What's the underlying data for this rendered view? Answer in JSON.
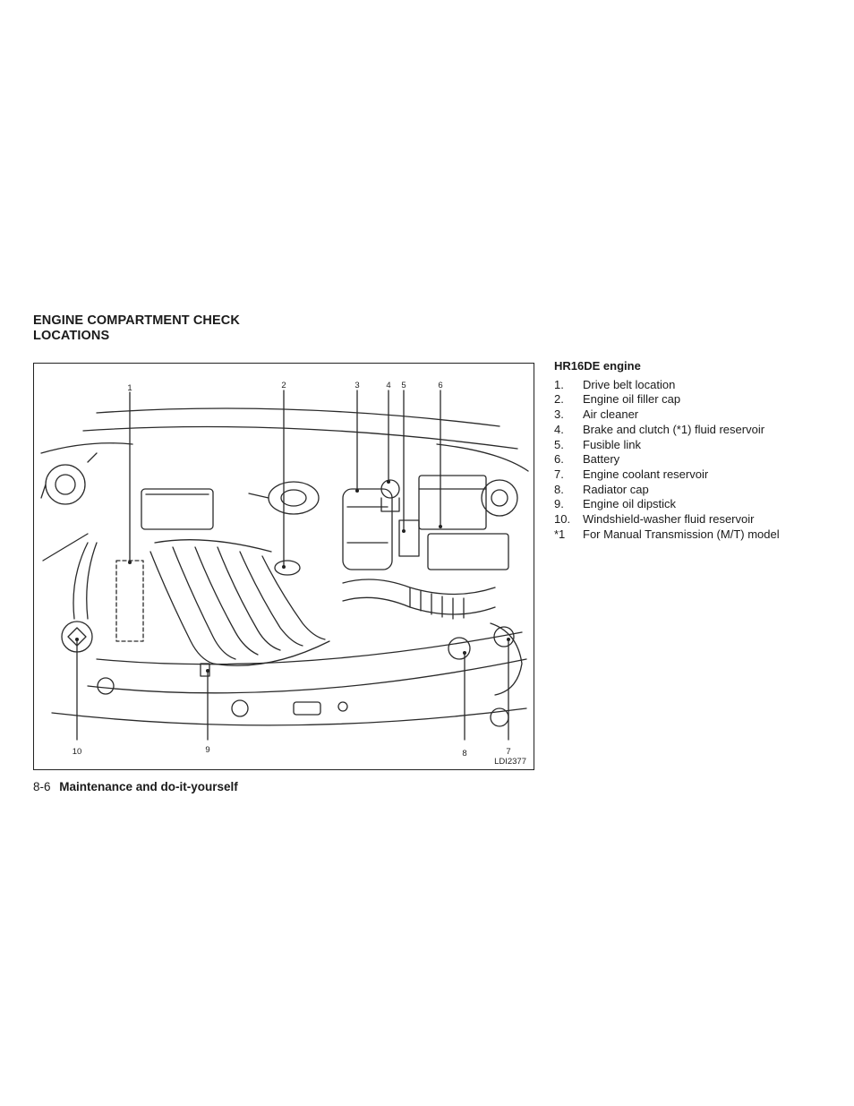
{
  "section": {
    "title_line1": "ENGINE COMPARTMENT CHECK",
    "title_line2": "LOCATIONS"
  },
  "figure": {
    "code": "LDI2377",
    "callouts": {
      "c1": "1",
      "c2": "2",
      "c3": "3",
      "c4": "4",
      "c5": "5",
      "c6": "6",
      "c7": "7",
      "c8": "8",
      "c9": "9",
      "c10": "10"
    }
  },
  "legend": {
    "title": "HR16DE engine",
    "items": [
      {
        "num": "1.",
        "text": "Drive belt location"
      },
      {
        "num": "2.",
        "text": "Engine oil filler cap"
      },
      {
        "num": "3.",
        "text": "Air cleaner"
      },
      {
        "num": "4.",
        "text": "Brake and clutch (*1) fluid reservoir"
      },
      {
        "num": "5.",
        "text": "Fusible link"
      },
      {
        "num": "6.",
        "text": "Battery"
      },
      {
        "num": "7.",
        "text": "Engine coolant reservoir"
      },
      {
        "num": "8.",
        "text": "Radiator cap"
      },
      {
        "num": "9.",
        "text": "Engine oil dipstick"
      },
      {
        "num": "10.",
        "text": "Windshield-washer fluid reservoir"
      },
      {
        "num": "*1",
        "text": "For Manual Transmission (M/T) model"
      }
    ]
  },
  "footer": {
    "page_number": "8-6",
    "chapter": "Maintenance and do-it-yourself"
  }
}
